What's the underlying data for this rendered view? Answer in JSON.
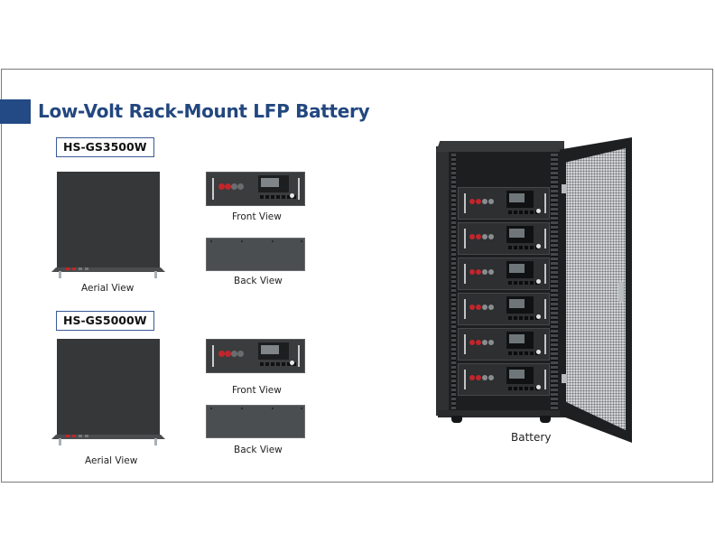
{
  "page": {
    "title": "Low-Volt Rack-Mount LFP Battery",
    "accent_color": "#234a85",
    "title_color": "#23477f"
  },
  "products": [
    {
      "model": "HS-GS3500W",
      "views": {
        "aerial": "Aerial View",
        "front": "Front View",
        "back": "Back View"
      }
    },
    {
      "model": "HS-GS5000W",
      "views": {
        "aerial": "Aerial View",
        "front": "Front View",
        "back": "Back View"
      }
    }
  ],
  "cabinet": {
    "caption": "Battery",
    "module_count": 6
  },
  "icons": {
    "terminal_positive_color": "#c0262c",
    "terminal_negative_color": "#8a8d90"
  }
}
